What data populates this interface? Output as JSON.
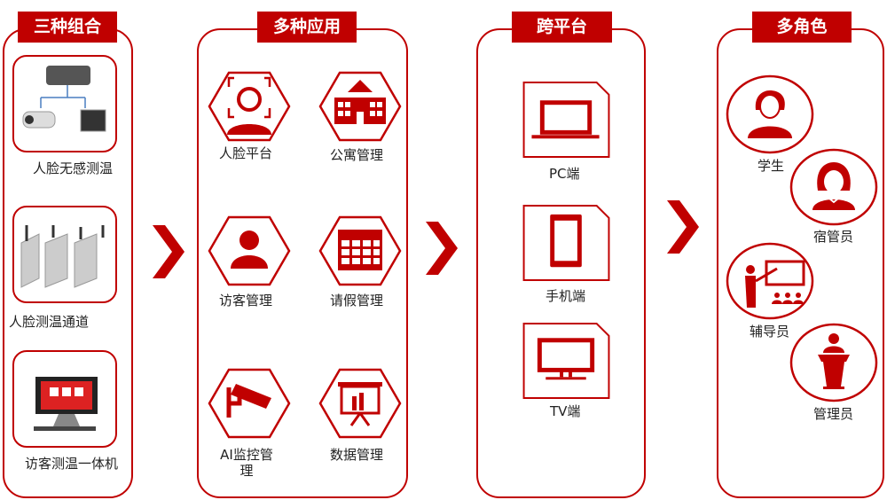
{
  "colors": {
    "accent": "#c00000"
  },
  "panels": [
    {
      "title": "三种组合",
      "items": [
        {
          "label": "人脸无感测温",
          "icon": "camera-kit-image"
        },
        {
          "label": "人脸测温通道",
          "icon": "turnstile-image"
        },
        {
          "label": "访客测温一体机",
          "icon": "kiosk-image"
        }
      ]
    },
    {
      "title": "多种应用",
      "items": [
        {
          "label": "人脸平台",
          "icon": "face-scan-icon"
        },
        {
          "label": "公寓管理",
          "icon": "building-icon"
        },
        {
          "label": "访客管理",
          "icon": "user-icon"
        },
        {
          "label": "请假管理",
          "icon": "calendar-icon"
        },
        {
          "label": "AI监控管理",
          "icon": "cctv-icon"
        },
        {
          "label": "数据管理",
          "icon": "presentation-chart-icon"
        }
      ]
    },
    {
      "title": "跨平台",
      "items": [
        {
          "label": "PC端",
          "icon": "laptop-icon"
        },
        {
          "label": "手机端",
          "icon": "phone-icon"
        },
        {
          "label": "TV端",
          "icon": "tv-icon"
        }
      ]
    },
    {
      "title": "多角色",
      "items": [
        {
          "label": "学生",
          "icon": "student-icon"
        },
        {
          "label": "宿管员",
          "icon": "dorm-manager-icon"
        },
        {
          "label": "辅导员",
          "icon": "teacher-icon"
        },
        {
          "label": "管理员",
          "icon": "admin-podium-icon"
        }
      ]
    }
  ]
}
